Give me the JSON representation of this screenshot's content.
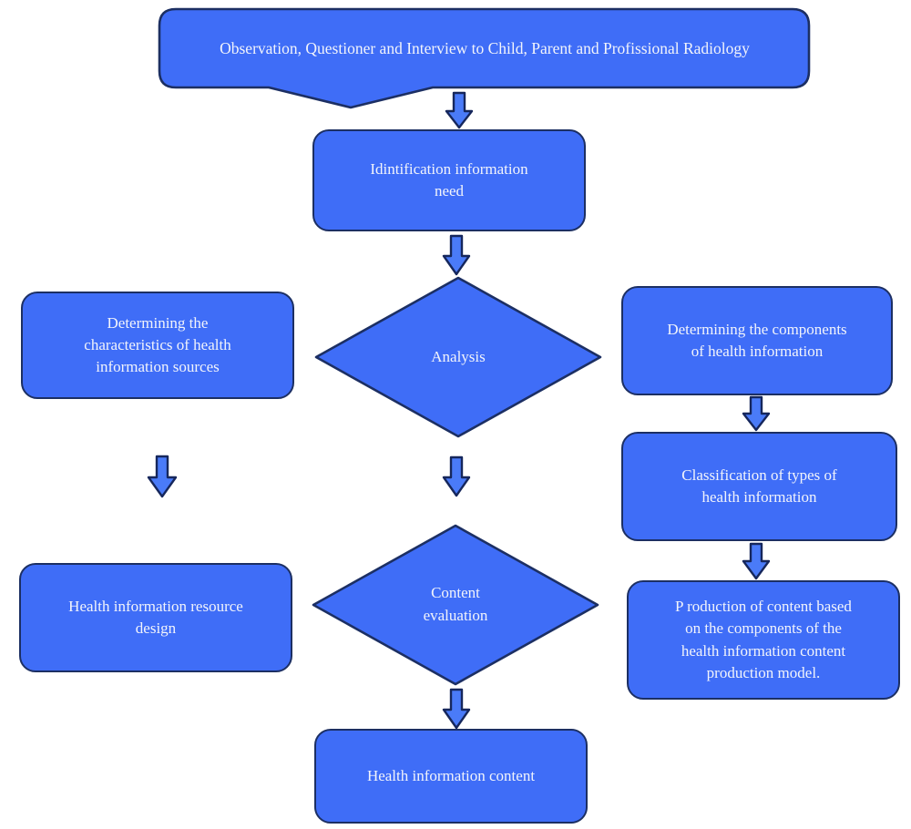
{
  "diagram": {
    "title": "Health information content production model flowchart",
    "colors": {
      "shape_fill": "#3f6df7",
      "shape_stroke": "#1c2f63",
      "arrow_fill": "#4a7bf8",
      "arrow_stroke": "#16275c",
      "text": "#f2f4fb",
      "background": "#ffffff"
    }
  },
  "nodes": {
    "source": {
      "shape": "rounded-callout",
      "label": "Observation, Questioner and Interview to Child, Parent and Profissional Radiology"
    },
    "identification": {
      "shape": "rounded-rect",
      "label": "Idintification information\nneed"
    },
    "analysis": {
      "shape": "diamond",
      "label": "Analysis"
    },
    "characteristics": {
      "shape": "rounded-rect",
      "label": "Determining the\ncharacteristics of health\ninformation sources"
    },
    "components": {
      "shape": "rounded-rect",
      "label": "Determining the components\nof health information"
    },
    "classification": {
      "shape": "rounded-rect",
      "label": "Classification of types of\nhealth information"
    },
    "resource_design": {
      "shape": "rounded-rect",
      "label": "Health information resource\ndesign"
    },
    "content_evaluation": {
      "shape": "diamond",
      "label": "Content\nevaluation"
    },
    "production": {
      "shape": "rounded-rect",
      "label": "P roduction of content based\non the components of the\nhealth information content\nproduction model."
    },
    "output": {
      "shape": "rounded-rect",
      "label": "Health information content"
    }
  },
  "connectors": [
    {
      "name": "source-to-identification",
      "icon": "down-block-arrow",
      "from": "source",
      "to": "identification"
    },
    {
      "name": "identification-to-analysis",
      "icon": "down-block-arrow",
      "from": "identification",
      "to": "analysis"
    },
    {
      "name": "characteristics-to-resource-design",
      "icon": "down-block-arrow",
      "from": "characteristics",
      "to": "resource_design"
    },
    {
      "name": "analysis-to-content-evaluation",
      "icon": "down-block-arrow",
      "from": "analysis",
      "to": "content_evaluation"
    },
    {
      "name": "components-to-classification",
      "icon": "down-block-arrow",
      "from": "components",
      "to": "classification"
    },
    {
      "name": "classification-to-production",
      "icon": "down-block-arrow",
      "from": "classification",
      "to": "production"
    },
    {
      "name": "content-evaluation-to-output",
      "icon": "down-block-arrow",
      "from": "content_evaluation",
      "to": "output"
    }
  ]
}
